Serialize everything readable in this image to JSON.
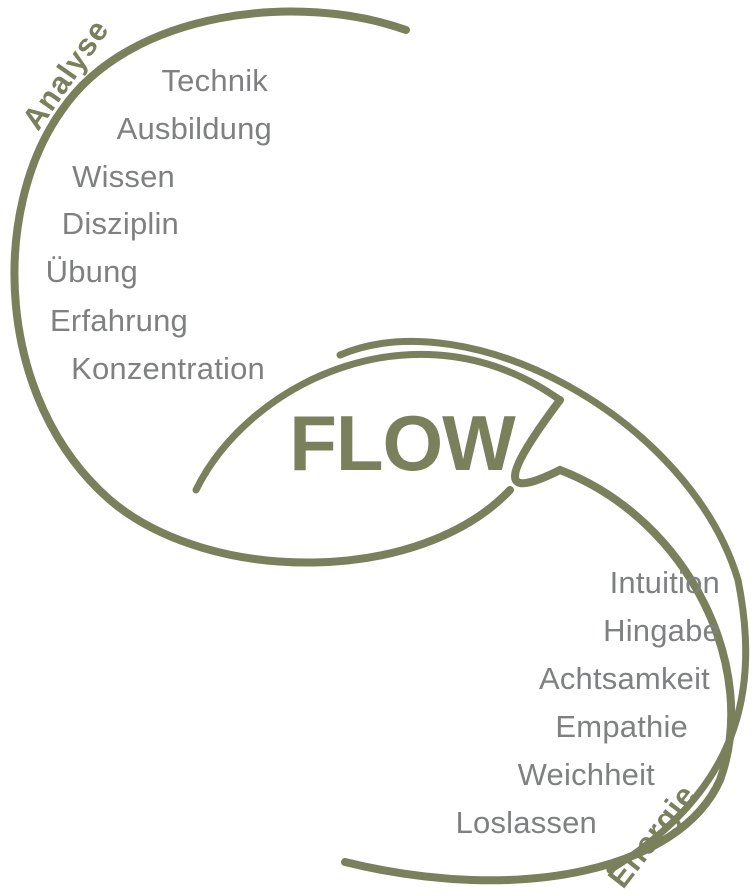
{
  "diagram": {
    "title": "FLOW",
    "analyse": {
      "label": "Analyse",
      "items": [
        "Technik",
        "Ausbildung",
        "Wissen",
        "Disziplin",
        "Übung",
        "Erfahrung",
        "Konzentration"
      ]
    },
    "energie": {
      "label": "Energie",
      "items": [
        "Intuition",
        "Hingabe",
        "Achtsamkeit",
        "Empathie",
        "Weichheit",
        "Loslassen"
      ]
    },
    "colors": {
      "accent": "#7a7f5c",
      "text": "#7f8081",
      "background": "#ffffff"
    }
  }
}
